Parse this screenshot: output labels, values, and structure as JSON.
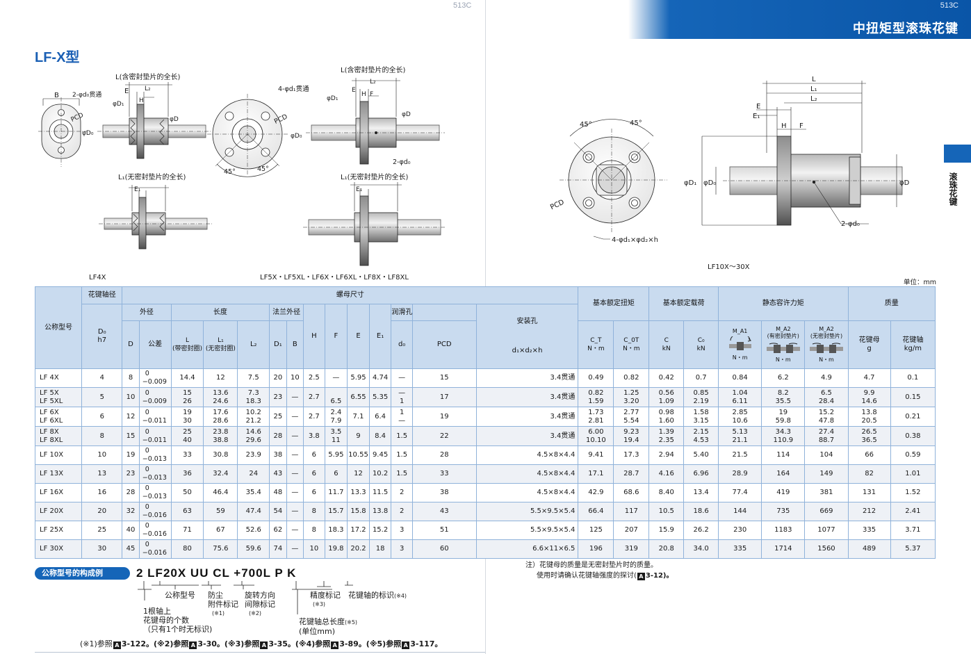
{
  "page": {
    "left_page_number": "513C",
    "right_page_number": "513C",
    "header_title": "中扭矩型滚珠花键",
    "series_title": "LF-X型",
    "side_tab_label": "滚珠花键",
    "unit_note": "单位：mm"
  },
  "drawings": {
    "lf4x": {
      "label_L": "L(含密封垫片的全长)",
      "label_L1": "L₁(无密封垫片的全长)",
      "label_B": "B",
      "label_bore": "2-φd₀贯通",
      "label_E": "E",
      "label_L2": "L₂",
      "label_H": "H",
      "label_D1": "φD₁",
      "label_D": "φD",
      "label_Do": "φD₀",
      "label_PCD": "PCD",
      "label_E1": "E₁",
      "caption": "LF4X"
    },
    "lf5x": {
      "label_L": "L(含密封垫片的全长)",
      "label_L1": "L₁(无密封垫片的全长)",
      "label_holes": "4-φd₁贯通",
      "label_PCD": "PCD",
      "label_D1": "φD₁",
      "label_D": "φD",
      "label_Do": "φD₀",
      "label_L2": "L₂",
      "label_H": "H",
      "label_F": "F",
      "label_E": "E",
      "label_E1": "E₁",
      "label_do": "2-φd₀",
      "angle_a": "45°",
      "angle_b": "45°",
      "caption": "LF5X・LF5XL・LF6X・LF6XL・LF8X・LF8XL"
    },
    "lf10x": {
      "label_L": "L",
      "label_L1": "L₁",
      "label_L2": "L₂",
      "label_E": "E",
      "label_E1": "E₁",
      "label_H": "H",
      "label_F": "F",
      "label_D1": "φD₁",
      "label_Do": "φD₀",
      "label_D": "φD",
      "label_do": "2-φd₀",
      "label_PCD": "PCD",
      "label_holes": "4-φd₁×φd₂×h",
      "angle_a": "45°",
      "angle_b": "45°",
      "caption": "LF10X～30X"
    }
  },
  "table": {
    "h_model": "公称型号",
    "h_shaft": "花键轴径",
    "h_nut": "螺母尺寸",
    "h_outer": "外径",
    "h_length": "长度",
    "h_flange": "法兰外径",
    "h_lube": "润滑孔",
    "h_mount": "安装孔",
    "h_torque": "基本额定扭矩",
    "h_load": "基本额定载荷",
    "h_static": "静态容许力矩",
    "h_mass": "质量",
    "c_Do": "D₀",
    "c_h7": "h7",
    "c_D": "D",
    "c_tol": "公差",
    "c_L": "L",
    "c_L_sub": "(带密封圈)",
    "c_L1": "L₁",
    "c_L1_sub": "(无密封圈)",
    "c_L2": "L₂",
    "c_D1": "D₁",
    "c_B": "B",
    "c_H": "H",
    "c_F": "F",
    "c_E": "E",
    "c_E1": "E₁",
    "c_do": "d₀",
    "c_PCD": "PCD",
    "c_mount": "d₁×d₂×h",
    "c_CT": "C_T",
    "c_COT": "C_0T",
    "c_C": "C",
    "c_Co": "C₀",
    "c_Nm": "N・m",
    "c_kN": "kN",
    "c_MA1": "M_A1",
    "c_MA2a": "M_A2",
    "c_MA2a_sub": "(有密封垫片)",
    "c_MA2b": "M_A2",
    "c_MA2b_sub": "(无密封垫片)",
    "c_nut_mass": "花键母",
    "c_nut_unit": "g",
    "c_shaft_mass": "花键轴",
    "c_shaft_unit": "kg/m",
    "rows": [
      {
        "model": [
          "LF 4X"
        ],
        "Do": "4",
        "D": "8",
        "tol": [
          "0",
          "−0.009"
        ],
        "L": [
          "14.4"
        ],
        "L1": [
          "12"
        ],
        "L2": [
          "7.5"
        ],
        "D1": "20",
        "B": "10",
        "H": "2.5",
        "F": [
          "—"
        ],
        "E": "5.95",
        "E1": "4.74",
        "do": [
          "—"
        ],
        "PCD": "15",
        "mount": "3.4贯通",
        "CT": [
          "0.49"
        ],
        "COT": [
          "0.82"
        ],
        "C": [
          "0.42"
        ],
        "Co": [
          "0.7"
        ],
        "MA1": [
          "0.84"
        ],
        "MA2a": [
          "6.2"
        ],
        "MA2b": [
          "4.9"
        ],
        "nut": [
          "4.7"
        ],
        "shaft": "0.1"
      },
      {
        "model": [
          "LF 5X",
          "LF 5XL"
        ],
        "Do": "5",
        "D": "10",
        "tol": [
          "0",
          "−0.009"
        ],
        "L": [
          "15",
          "26"
        ],
        "L1": [
          "13.6",
          "24.6"
        ],
        "L2": [
          "7.3",
          "18.3"
        ],
        "D1": "23",
        "B": "—",
        "H": "2.7",
        "F": [
          "",
          "6.5"
        ],
        "E": "6.55",
        "E1": "5.35",
        "do": [
          "—",
          "1"
        ],
        "PCD": "17",
        "mount": "3.4贯通",
        "CT": [
          "0.82",
          "1.59"
        ],
        "COT": [
          "1.25",
          "3.20"
        ],
        "C": [
          "0.56",
          "1.09"
        ],
        "Co": [
          "0.85",
          "2.19"
        ],
        "MA1": [
          "1.04",
          "6.11"
        ],
        "MA2a": [
          "8.2",
          "35.5"
        ],
        "MA2b": [
          "6.5",
          "28.4"
        ],
        "nut": [
          "9.9",
          "14.6"
        ],
        "shaft": "0.15"
      },
      {
        "model": [
          "LF 6X",
          "LF 6XL"
        ],
        "Do": "6",
        "D": "12",
        "tol": [
          "0",
          "−0.011"
        ],
        "L": [
          "19",
          "30"
        ],
        "L1": [
          "17.6",
          "28.6"
        ],
        "L2": [
          "10.2",
          "21.2"
        ],
        "D1": "25",
        "B": "—",
        "H": "2.7",
        "F": [
          "2.4",
          "7.9"
        ],
        "E": "7.1",
        "E1": "6.4",
        "do": [
          "1",
          "—"
        ],
        "PCD": "19",
        "mount": "3.4贯通",
        "CT": [
          "1.73",
          "2.81"
        ],
        "COT": [
          "2.77",
          "5.54"
        ],
        "C": [
          "0.98",
          "1.60"
        ],
        "Co": [
          "1.58",
          "3.15"
        ],
        "MA1": [
          "2.85",
          "10.6"
        ],
        "MA2a": [
          "19",
          "59.8"
        ],
        "MA2b": [
          "15.2",
          "47.8"
        ],
        "nut": [
          "13.8",
          "20.5"
        ],
        "shaft": "0.21"
      },
      {
        "model": [
          "LF 8X",
          "LF 8XL"
        ],
        "Do": "8",
        "D": "15",
        "tol": [
          "0",
          "−0.011"
        ],
        "L": [
          "25",
          "40"
        ],
        "L1": [
          "23.8",
          "38.8"
        ],
        "L2": [
          "14.6",
          "29.6"
        ],
        "D1": "28",
        "B": "—",
        "H": "3.8",
        "F": [
          "3.5",
          "11"
        ],
        "E": "9",
        "E1": "8.4",
        "do": [
          "1.5"
        ],
        "PCD": "22",
        "mount": "3.4贯通",
        "CT": [
          "6.00",
          "10.10"
        ],
        "COT": [
          "9.23",
          "19.4"
        ],
        "C": [
          "1.39",
          "2.35"
        ],
        "Co": [
          "2.15",
          "4.53"
        ],
        "MA1": [
          "5.13",
          "21.1"
        ],
        "MA2a": [
          "34.3",
          "110.9"
        ],
        "MA2b": [
          "27.4",
          "88.7"
        ],
        "nut": [
          "26.5",
          "36.5"
        ],
        "shaft": "0.38"
      },
      {
        "model": [
          "LF 10X"
        ],
        "Do": "10",
        "D": "19",
        "tol": [
          "0",
          "−0.013"
        ],
        "L": [
          "33"
        ],
        "L1": [
          "30.8"
        ],
        "L2": [
          "23.9"
        ],
        "D1": "38",
        "B": "—",
        "H": "6",
        "F": [
          "5.95"
        ],
        "E": "10.55",
        "E1": "9.45",
        "do": [
          "1.5"
        ],
        "PCD": "28",
        "mount": "4.5×8×4.4",
        "CT": [
          "9.41"
        ],
        "COT": [
          "17.3"
        ],
        "C": [
          "2.94"
        ],
        "Co": [
          "5.40"
        ],
        "MA1": [
          "21.5"
        ],
        "MA2a": [
          "114"
        ],
        "MA2b": [
          "104"
        ],
        "nut": [
          "66"
        ],
        "shaft": "0.59"
      },
      {
        "model": [
          "LF 13X"
        ],
        "Do": "13",
        "D": "23",
        "tol": [
          "0",
          "−0.013"
        ],
        "L": [
          "36"
        ],
        "L1": [
          "32.4"
        ],
        "L2": [
          "24"
        ],
        "D1": "43",
        "B": "—",
        "H": "6",
        "F": [
          "6"
        ],
        "E": "12",
        "E1": "10.2",
        "do": [
          "1.5"
        ],
        "PCD": "33",
        "mount": "4.5×8×4.4",
        "CT": [
          "17.1"
        ],
        "COT": [
          "28.7"
        ],
        "C": [
          "4.16"
        ],
        "Co": [
          "6.96"
        ],
        "MA1": [
          "28.9"
        ],
        "MA2a": [
          "164"
        ],
        "MA2b": [
          "149"
        ],
        "nut": [
          "82"
        ],
        "shaft": "1.01"
      },
      {
        "model": [
          "LF 16X"
        ],
        "Do": "16",
        "D": "28",
        "tol": [
          "0",
          "−0.013"
        ],
        "L": [
          "50"
        ],
        "L1": [
          "46.4"
        ],
        "L2": [
          "35.4"
        ],
        "D1": "48",
        "B": "—",
        "H": "6",
        "F": [
          "11.7"
        ],
        "E": "13.3",
        "E1": "11.5",
        "do": [
          "2"
        ],
        "PCD": "38",
        "mount": "4.5×8×4.4",
        "CT": [
          "42.9"
        ],
        "COT": [
          "68.6"
        ],
        "C": [
          "8.40"
        ],
        "Co": [
          "13.4"
        ],
        "MA1": [
          "77.4"
        ],
        "MA2a": [
          "419"
        ],
        "MA2b": [
          "381"
        ],
        "nut": [
          "131"
        ],
        "shaft": "1.52"
      },
      {
        "model": [
          "LF 20X"
        ],
        "Do": "20",
        "D": "32",
        "tol": [
          "0",
          "−0.016"
        ],
        "L": [
          "63"
        ],
        "L1": [
          "59"
        ],
        "L2": [
          "47.4"
        ],
        "D1": "54",
        "B": "—",
        "H": "8",
        "F": [
          "15.7"
        ],
        "E": "15.8",
        "E1": "13.8",
        "do": [
          "2"
        ],
        "PCD": "43",
        "mount": "5.5×9.5×5.4",
        "CT": [
          "66.4"
        ],
        "COT": [
          "117"
        ],
        "C": [
          "10.5"
        ],
        "Co": [
          "18.6"
        ],
        "MA1": [
          "144"
        ],
        "MA2a": [
          "735"
        ],
        "MA2b": [
          "669"
        ],
        "nut": [
          "212"
        ],
        "shaft": "2.41"
      },
      {
        "model": [
          "LF 25X"
        ],
        "Do": "25",
        "D": "40",
        "tol": [
          "0",
          "−0.016"
        ],
        "L": [
          "71"
        ],
        "L1": [
          "67"
        ],
        "L2": [
          "52.6"
        ],
        "D1": "62",
        "B": "—",
        "H": "8",
        "F": [
          "18.3"
        ],
        "E": "17.2",
        "E1": "15.2",
        "do": [
          "3"
        ],
        "PCD": "51",
        "mount": "5.5×9.5×5.4",
        "CT": [
          "125"
        ],
        "COT": [
          "207"
        ],
        "C": [
          "15.9"
        ],
        "Co": [
          "26.2"
        ],
        "MA1": [
          "230"
        ],
        "MA2a": [
          "1183"
        ],
        "MA2b": [
          "1077"
        ],
        "nut": [
          "335"
        ],
        "shaft": "3.71"
      },
      {
        "model": [
          "LF 30X"
        ],
        "Do": "30",
        "D": "45",
        "tol": [
          "0",
          "−0.016"
        ],
        "L": [
          "80"
        ],
        "L1": [
          "75.6"
        ],
        "L2": [
          "59.6"
        ],
        "D1": "74",
        "B": "—",
        "H": "10",
        "F": [
          "19.8"
        ],
        "E": "20.2",
        "E1": "18",
        "do": [
          "3"
        ],
        "PCD": "60",
        "mount": "6.6×11×6.5",
        "CT": [
          "196"
        ],
        "COT": [
          "319"
        ],
        "C": [
          "20.8"
        ],
        "Co": [
          "34.0"
        ],
        "MA1": [
          "335"
        ],
        "MA2a": [
          "1714"
        ],
        "MA2b": [
          "1560"
        ],
        "nut": [
          "489"
        ],
        "shaft": "5.37"
      }
    ]
  },
  "notes": {
    "line1": "注）花键母的质量是无密封垫片时的质量。",
    "line2_a": "使用时请确认花键轴强度的探讨(",
    "line2_ref": "A",
    "line2_b": "3-12)。"
  },
  "example": {
    "label": "公称型号的构成例",
    "code": "2  LF20X  UU  CL  +700L  P  K",
    "part_model": "公称型号",
    "part_dust_1": "防尘",
    "part_dust_2": "附件标记",
    "part_dust_ref": "(※1)",
    "part_rot_1": "旋转方向",
    "part_rot_2": "间隙标记",
    "part_rot_ref": "(※2)",
    "part_acc": "精度标记",
    "part_acc_ref": "(※3)",
    "part_shaft_sym": "花键轴的标识",
    "part_shaft_sym_ref": "(※4)",
    "part_count_1": "1根轴上",
    "part_count_2": "花键母的个数",
    "part_count_3": "（只有1个时无标识)",
    "part_len_1": "花键轴总长度",
    "part_len_ref": "(※5)",
    "part_len_2": "(单位mm)",
    "footer": [
      "(※1)参照",
      "3-122。(※2)参照",
      "3-30。(※3)参照",
      "3-35。(※4)参照",
      "3-89。(※5)参照",
      "3-117。"
    ],
    "footer_ref": "A"
  }
}
